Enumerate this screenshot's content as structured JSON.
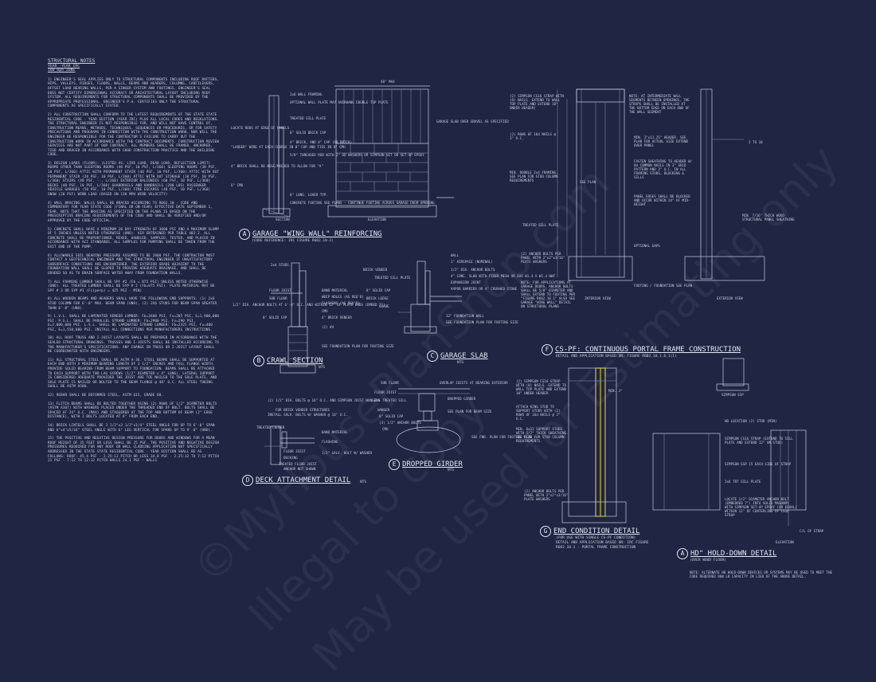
{
  "notes": {
    "title": "STRUCTURAL NOTES",
    "sub1": "YEAR -YEAR IRC",
    "sub2": "100 mph ZONE",
    "paragraphs": [
      "1) ENGINEER'S SEAL APPLIES ONLY TO STRUCTURAL COMPONENTS INCLUDING ROOF RAFTERS, HIPS, VALLEYS, RIDGES, FLOORS, WALLS, BEAMS AND HEADERS, COLUMNS, CANTILEVERS, OFFSET LOAD BEARING WALLS, PER A SINGER SYSTEM AND FOOTINGS. ENGINEER'S SEAL DOES NOT CERTIFY DIMENSIONAL ACCURACY OR ARCHITECTURAL LAYOUT INCLUDING ROOF SYSTEM. ALL REQUIREMENTS FOR STRUCTURAL COMPONENTS SHALL BE PROVIDED BY THE APPROPRIATE PROFESSIONAL. ENGINEER'S P.A. CERTIFIES ONLY THE STRUCTURAL COMPONENTS AS SPECIFICALLY STATED.",
      "2) ALL CONSTRUCTION SHALL CONFORM TO THE LATEST REQUIREMENTS OF THE STATE STATE RESIDENTIAL CODE - YEAR EDITION (YEAR IRC) PLUS ALL LOCAL CODES AND REGULATIONS. THE STRUCTURAL ENGINEER IS NOT RESPONSIBLE FOR, AND WILL NOT HAVE CONTROL OF, CONSTRUCTION MEANS, METHODS, TECHNIQUES, SEQUENCES OR PROCEDURES, OR FOR SAFETY PRECAUTIONS AND PROGRAMS IN CONNECTION WITH THE CONSTRUCTION WORK, NOR WILL THE ENGINEER BE RESPONSIBLE FOR THE CONTRACTOR'S FAILURE TO CARRY OUT THE CONSTRUCTION WORK IN ACCORDANCE WITH THE CONTRACT DOCUMENTS. CONSTRUCTION REVIEW SERVICES ARE NOT PART OF OUR CONTRACT. ALL MEMBERS SHALL BE FRAMED, ANCHORED, TIED AND BRACED IN ACCORDANCE WITH GOOD CONSTRUCTION PRACTICE AND THE BUILDING CODE.",
      "3) DESIGN LOADS (FLOOR): (LISTED AS: LIVE LOAD, DEAD LOAD, DEFLECTION LIMIT) ROOMS OTHER THAN SLEEPING ROOMS (40 PSF, 10 PSF, L/360) SLEEPING ROOMS (30 PSF, 10 PSF, L/360) ATTIC WITH PERMANENT STAIR (40 PSF, 10 PSF, L/360) ATTIC WITH OUT PERMANENT STAIR (20 PSF, 10 PSF, L/360) ATTIC WITH OUT STORAGE (10 PSF, 10 PSF, L/360) STAIRS (40 PSF, --, L/360) EXTERIOR BALCONIES (60 PSF, 10 PSF, L/360) DECKS (40 PSF, 10 PSF, L/360) GUARDRAILS AND HANDRAILS (200 LBS) PASSENGER VEHICLE GARAGES (50 PSF, 10 PSF, L/360) FIRE ESCAPES (40 PSF, 10 PSF, L/360) SNOW (20 PSF) WIND LOAD (BASED ON 130 MPH WIND VELOCITY)",
      "4) WALL BRACING: WALLS SHALL BE BRACED ACCORDING TO R602.10 - CODE AND COMMENTARY FOR YEAR STATE CODE (FINAL OR ON-YEAR) EFFECTIVE DATE SEPTEMBER 1, YEAR. NOTE THAT THE BRACING AS SPECIFIED ON THE PLANS IS BASED ON THE PRESCRIPTIVE BRACING REQUIREMENTS OF THE CODE AND SHALL BE VERIFIED AND/OR APPROVED BY THE CODE OFFICIAL.",
      "5) CONCRETE SHALL HAVE A MINIMUM 28 DAY STRENGTH OF 3000 PSI AND A MAXIMUM SLUMP OF 5 INCHES UNLESS NOTED OTHERWISE (UNO). AIR ENTRAINED PER TABLE 402.2. ALL CONCRETE SHALL BE PROPORTIONED, MIXED, HANDLED, SAMPLED, TESTED, AND PLACED IN ACCORDANCE WITH ACI STANDARDS. ALL SAMPLES FOR PUMPING SHALL BE TAKEN FROM THE EXIT END OF THE PUMP.",
      "6) ALLOWABLE SOIL BEARING PRESSURE ASSUMED TO BE 2000 PSF. THE CONTRACTOR MUST CONTACT A GEOTECHNICAL ENGINEER AND THE STRUCTURAL ENGINEER IF UNSATISFACTORY SUBSURFACE CONDITIONS ARE ENCOUNTERED. THE EXTERIOR GRADE ADJACENT TO THE FOUNDATION WALL SHALL BE SLOPED TO PROVIDE ADEQUATE DRAINAGE, AND SHALL BE GRADED SO AS TO DRAIN SURFACE WATER AWAY FROM FOUNDATION WALLS.",
      "7) ALL FRAMING LUMBER SHALL BE SPF #2 (Fb = 875 PSI) UNLESS NOTED OTHERWISE (UNO). ALL TREATED LUMBER SHALL BE SYP # 2 (Fb=975 PSI). PLATE MATERIAL MAY BE SPF # 3 OR SYP #3 (Fc(perp) = 425 PSI - MIN)",
      "8) ALL WOODEN BEAMS AND HEADERS SHALL HAVE THE FOLLOWING END SUPPORTS: (1) 2x6 STUD COLUMN FOR 6'-0\" MAX. BEAM SPAN (UNO), (2) 2X6 STUDS FOR BEAM SPAN GREATER THAN 6'-0\" (UNO).",
      "9) L.V.L. SHALL BE LAMINATED VENEER LUMBER: Fb=2600 PSI, Fv=285 PSI, E=1,900,000 PSI. P.S.L. SHALL BE PARALLEL STRAND LUMBER: Fb=2900 PSI, Fv=290 PSI, E=2,000,000 PSI. L.S.L. SHALL BE LAMINATED STRAND LUMBER: Fb=2325 PSI, Fv=400 PSI, E=1,550,000 PSI. INSTALL ALL CONNECTIONS PER MANUFACTURERS INSTRUCTIONS.",
      "10) ALL ROOF TRUSS AND I-JOIST LAYOUTS SHALL BE PREPARED IN ACCORDANCE WITH THE SEALED STRUCTURAL DRAWINGS. TRUSSES AND I-JOISTS SHALL BE INSTALLED ACCORDING TO THE MANUFACTURER'S SPECIFICATIONS. ANY CHANGE IN TRUSS OR I-JOIST LAYOUT SHALL BE COORDINATED WITH ENGINEERS.",
      "11) ALL STRUCTURAL STEEL SHALL BE ASTM A-36. STEEL BEAMS SHALL BE SUPPORTED AT EACH END WITH A MINIMUM BEARING LENGTH OF 3 1/2\" INCHES AND FULL FLANGE WIDTH. PROVIDE SOLID BEARING FROM BEAM SUPPORT TO FOUNDATION. BEAMS SHALL BE ATTACHED TO EACH SUPPORT WITH TWO LAG SCREWS (1/2\" DIAMETER x 4\" LONG). LATERAL SUPPORT IS CONSIDERED ADEQUATE PROVIDED THE JOIST ARE TOE NAILED TO THE SOLE PLATE, AND SOLE PLATE IS NAILED OR BOLTED TO THE BEAM FLANGE @ 48\" O.C. ALL STEEL TUBING SHALL BE ASTM A500.",
      "12) REBAR SHALL BE DEFORMED STEEL, ASTM 615, GRADE 60.",
      "13) FLITCH BEAMS SHALL BE BOLTED TOGETHER USING (2) ROWS OF 1/2\" DIAMETER BOLTS (ASTM A307) WITH WASHERS PLACED UNDER THE THREADED END OF BOLT. BOLTS SHALL BE SPACED AT 24\" O.C. (MAX) AND STAGGERED AT THE TOP AND BOTTOM OF BEAM (2\" EDGE DISTANCE), WITH 2 BOLTS LOCATED AT 6\" FROM EACH END.",
      "14) BRICK LINTELS SHALL BE 3 1/2\"x3 1/2\"x1/4\" STEEL ANGLE FOR UP TO 6'-0\" SPAN AND 6\"x4\"x5/16\" STEEL ANGLE WITH 6\" LEG VERTICAL FOR SPANS UP TO 9'-0\" (UNO).",
      "15) THE POSITIVE AND NEGATIVE DESIGN PRESSURE FOR DOORS AND WINDOWS FOR A MEAN ROOF HEIGHT OF 35 FEET OR LESS SHALL BE 25 PSF. THE POSITIVE AND NEGATIVE DESIGN PRESSURES REQUIRED FOR ANY ROOF OR WALL CLADDING APPLICATION NOT SPECIFICALLY ADDRESSED IN THE STATE STATE RESIDENTIAL CODE - YEAR EDITION SHALL BE AS FOLLOWS: ROOF: 45.4 PSF - 2.25:12 PITCH OR LESS 34.8 PSF - 2.25:12 TO 7:12 PITCH 21 PSF - 7:12 TO 12:12 PITCH WALLS 24.1 PSF - WALLS"
    ]
  },
  "details": {
    "a": {
      "letter": "A",
      "title": "GARAGE \"WING WALL\" REINFORCING",
      "sub": "(CODE REFERENCE: IRC FIGURE R602.10.1)",
      "section": "SECTION",
      "elevation": "ELEVATION",
      "max": "48\" MAX"
    },
    "b": {
      "letter": "B",
      "title": "CRAWL SECTION",
      "scale": "NTS"
    },
    "c": {
      "letter": "C",
      "title": "GARAGE SLAB",
      "scale": "NTS"
    },
    "d": {
      "letter": "D",
      "title": "DECK ATTACHMENT DETAIL",
      "scale": "NTS"
    },
    "e": {
      "letter": "E",
      "title": "DROPPED GIRDER",
      "scale": "NTS"
    },
    "f": {
      "letter": "F",
      "title": "CS-PF: CONTINUOUS PORTAL FRAME CONSTRUCTION",
      "sub": "DETAIL AND APPLICATION BASED ON: FIGURE R602.10.1.6.1(1)",
      "interior": "INTERIOR VIEW",
      "exterior": "EXTERIOR VIEW"
    },
    "g": {
      "letter": "G",
      "title": "END CONDITION DETAIL",
      "sub1": "(FOR USE WITH SINGLE CS-PF CONDITION)",
      "sub2": "DETAIL AND APPLICATION BASED ON: IRC FIGURE",
      "sub3": "R602.10.1 - PORTAL FRAME CONSTRUCTION"
    },
    "h": {
      "letter": "A",
      "title": "HD\" HOLD-DOWN DETAIL",
      "sub": "(OVER WOOD FLOOR)",
      "note": "NOTE: ALTERNATE HD HOLD-DOWN DEVICES OR SYSTEMS MAY BE USED TO MEET THE CODE REQUIRED 800 LB CAPACITY IN LIEU OF THE ABOVE DETAIL.",
      "simpson": "SIMPSON SSP",
      "elevation": "ELEVATION"
    }
  },
  "labels": {
    "a": [
      "2x6 WALL FRAMING",
      "OPTIONAL WALL PLATE MAY OVERHANG DOUBLE TOP PLATE",
      "TREATED SILL PLATE",
      "GARAGE SLAB OVER GRAVEL AS SPECIFIED",
      "LOCATE RODS AT EDGE OF PANELS",
      "\"LADDER\" WIRE AT EACH COURSE IN 8\" CAP AND TIES IN 8\" CMU",
      "4\" BRICK SHALL BE NOSE/NEEDED TO ALLOW FOR \"A\"",
      "6\" CMU",
      "8\" SOLID BRICK CAP",
      "4\" BRICK, AND 4\" CAP (OR BRICK)",
      "5/8\" THREADED ROD WITH 2\" OD WASHERS OR SIMPSON SET OR SET-XP EPOXY",
      "8\" LONG. LOVER TYP.",
      "CONCRETE FOOTING SEE PLANS - CONTINUE FOOTING ACROSS GARAGE DOOR OPENING"
    ],
    "b": [
      "2x4 STUDS",
      "FLOOR JOIST",
      "SUB FLOOR",
      "1/2\" DIA. ANCHOR BOLTS AT 6'-0\" O.C. AND WITHIN 12\" OF PLATE ENDS (EMBED 7\")",
      "8\" SOLID CAP",
      "BAND MATERIAL",
      "WEEP HOLES (AS REQ'D)",
      "FLASHING (AS REQ'D)",
      "CMU",
      "4\" BRICK VENEER",
      "(2) #4",
      "SEE FOUNDATION PLAN FOR FOOTING SIZE"
    ],
    "c": [
      "WALL",
      "1\" AIRSPACE (NOMINAL)",
      "BRICK VENEER",
      "TREATED SILL PLATE",
      "1/2\" DIA. ANCHOR BOLTS",
      "4\" CONC. SLAB WITH FIBER MESH OR 6X6 W1.4 X W1.4 WWF",
      "EXPANSION JOINT",
      "VAPOR BARRIER OR 4\" CRUSHED STONE",
      "8\" SOLID CAP",
      "BRICK LEDGE",
      "GRADE",
      "12\" FOUNDATION WALL",
      "SEE FOUNDATION PLAN FOR FOOTING SIZE"
    ],
    "d": [
      "(2) 1/2\" DIA. BOLTS @ 16\" O.C. AND SIMPSON JOIST HANGERS",
      "FOR BRICK VENEER STRUCTURES",
      "INSTALL GALV. BOLTS W/ WASHER @ 16\" O.C.",
      "TREATED LEDGER",
      "BAND MATERIAL",
      "FLASHING",
      "1/2\" GALV. BOLT W/ WASHER",
      "FLOOR JOIST",
      "DECKING",
      "TREATED FLOOR JOIST",
      "ANCHOR NOT SHOWN"
    ],
    "e": [
      "SUB FLOOR",
      "OVERLAP JOISTS AT BEARING EXTERIOR",
      "FLOOR JOIST",
      "DROPPED GIRDER",
      "2x6 TREATED SILL",
      "HANGER",
      "SEE PLAN FOR BEAM SIZE",
      "8\" SOLID CAP",
      "(3) 1/2\" ANCHOR BOLTS",
      "CMU",
      "SEE FND. PLAN FOR FOOTING SIZE"
    ],
    "f": [
      "(2) SIMPSON CS16 STRAP WITH (8) NAILS. EXTEND TO WALL TOP PLATE AND EXTEND 10\" UNDER HEADER)",
      "NOTE: AT INTERMEDIATE WALL SEGMENTS BETWEEN OPENINGS, THE STRAPS SHALL BE INSTALLED AT THE BOTTOM EDGE ON EACH END OF THE WALL SEGMENT",
      "(2) ROWS OF 16d NAILS @ 3\" O.C.",
      "MIN. 3\"x11.25\" HEADER. SEE PLAN FOR ACTUAL SIZE EXTEND OVER PANEL",
      "FASTEN SHEATHING TO HEADER W/ 8d COMMON NAILS IN 3\" GRID PATTERN AND 3\" O.C. IN ALL FRAMING STUDS, BLOCKING & SILLS",
      "MIN. DOUBLE 2x4 FRAMING. SEE PLAN FOR STUD COLUMN REQUIREMENTS",
      "PANEL EDGES SHALL BE BLOCKED AND OCCUR WITHIN 24\" OF MID-HEIGHT",
      "MIN. 7/16\" THICK WOOD STRUCTURAL PANEL SHEATHING",
      "TREATED SILL PLATE",
      "(2) ANCHOR BOLTS PER PANEL WITH 2\"x2\"x3/16\" PLATE WASHERS",
      "NOTE: FOR APPLICATIONS AT GARAGE DOORS, ANCHOR BOLTS SHALL BE 5/8\" DIAMETER AND SHALL EXTEND TO FOOTING PER \"FIGURE R602.10.1\" ALSO SEE GARAGE \"WING WALL\" DETAIL ON STRUCTURAL PLANS",
      "OPTIONAL GAPS",
      "FOOTING / FOUNDATION SEE PLAN",
      "SEE PLAN",
      "2 TO 18"
    ],
    "g": [
      "(2) SIMPSON CS16 STRAP WITH (8) NAILS. EXTEND TO WALL TOP PLATE AND EXTEND 10\" UNDER HEADER",
      "ATTACH KING STUD TO SUPPORT STUDS WITH (2) ROWS OF 16d NAILS @ 3\" O.C.",
      "MIN. 6x12 SUPPORT STUDS WITH 1/2\" THICK SHEATHING. SEE PLAN FOR STUD COLUMN REQUIREMENTS",
      "(2) ANCHOR BOLTS PER PANEL WITH 2\"x2\"x3/16\" PLATE WASHERS",
      "MIN. 3\""
    ],
    "h": [
      "HD LOCATION (2) STUD (MIN)",
      "SIMPSON CS16 STRAP (EXTEND TO SILL PLATE AND EXTEND 12\" ON STUD)",
      "SIMPSON SSP 15 EACH SIDE OF STRAP",
      "2x6 TRT SILL PLATE",
      "LOCATE 1/2\" DIAMETER ANCHOR BOLT (EMBEDDED 7\") INTO SOLID MASONRY WITH SIMPSON SET-XP EPOXY (OR EQUAL) WITHIN 12\" OF CENTERLINE OF CS16 STRAP",
      "C/L OF STRAP"
    ]
  },
  "watermarks": [
    "©MyHousePlanShop.com",
    "Illegal to copy",
    "May be used for Estimating only"
  ],
  "colors": {
    "background": "#1f2542",
    "linework": "#c9cde0",
    "highlight": "#e8d84a"
  }
}
